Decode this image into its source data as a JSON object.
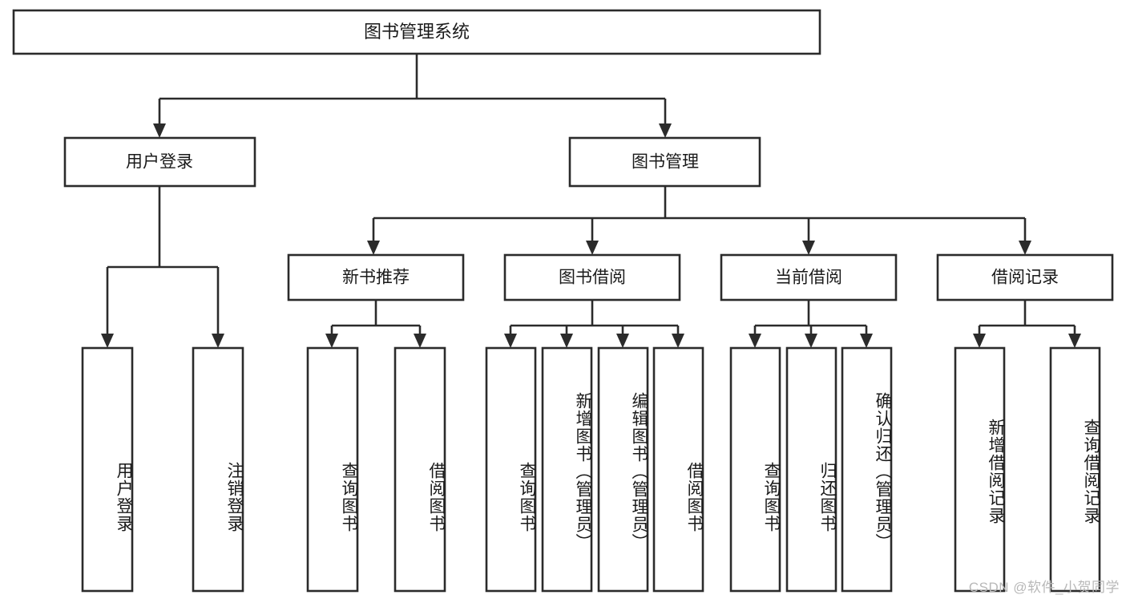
{
  "diagram": {
    "type": "tree-hierarchy",
    "title": "图书管理系统",
    "watermark": "CSDN @软件_小贺同学",
    "colors": {
      "stroke": "#2b2b2b",
      "fill": "#ffffff",
      "text": "#1a1a1a",
      "watermark": "#b8b8b8"
    },
    "root": {
      "label": "图书管理系统"
    },
    "level2": [
      {
        "label": "用户登录"
      },
      {
        "label": "图书管理"
      }
    ],
    "level3": [
      {
        "label": "新书推荐"
      },
      {
        "label": "图书借阅"
      },
      {
        "label": "当前借阅"
      },
      {
        "label": "借阅记录"
      }
    ],
    "leaves": {
      "user_login": [
        {
          "label": "用户登录"
        },
        {
          "label": "注销登录"
        }
      ],
      "new_book_recommend": [
        {
          "label": "查询图书"
        },
        {
          "label": "借阅图书"
        }
      ],
      "book_borrow": [
        {
          "label": "查询图书"
        },
        {
          "label": "新增图书（管理员）"
        },
        {
          "label": "编辑图书（管理员）"
        },
        {
          "label": "借阅图书"
        }
      ],
      "current_borrow": [
        {
          "label": "查询图书"
        },
        {
          "label": "归还图书"
        },
        {
          "label": "确认归还（管理员）"
        }
      ],
      "borrow_record": [
        {
          "label": "新增借阅记录"
        },
        {
          "label": "查询借阅记录"
        }
      ]
    }
  }
}
